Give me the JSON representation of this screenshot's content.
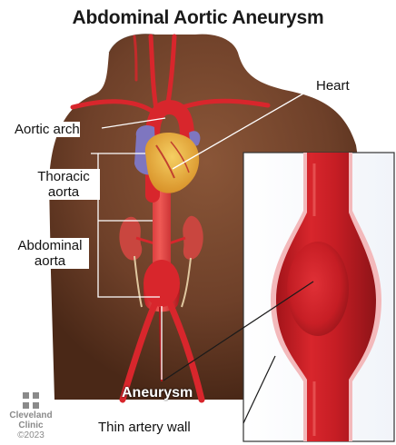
{
  "title": "Abdominal Aortic Aneurysm",
  "labels": {
    "heart": "Heart",
    "aortic_arch": "Aortic arch",
    "thoracic_aorta_line1": "Thoracic",
    "thoracic_aorta_line2": "aorta",
    "abdominal_aorta_line1": "Abdominal",
    "abdominal_aorta_line2": "aorta",
    "aneurysm": "Aneurysm",
    "thin_artery_wall": "Thin artery wall"
  },
  "logo": {
    "name_line1": "Cleveland",
    "name_line2": "Clinic",
    "copyright": "©2023"
  },
  "colors": {
    "skin": "#6b3f28",
    "artery_red": "#d8262c",
    "artery_dark": "#8e1418",
    "kidney": "#c9463f",
    "heart_yellow": "#e9b33a",
    "vein_purple": "#7e76c0"
  }
}
